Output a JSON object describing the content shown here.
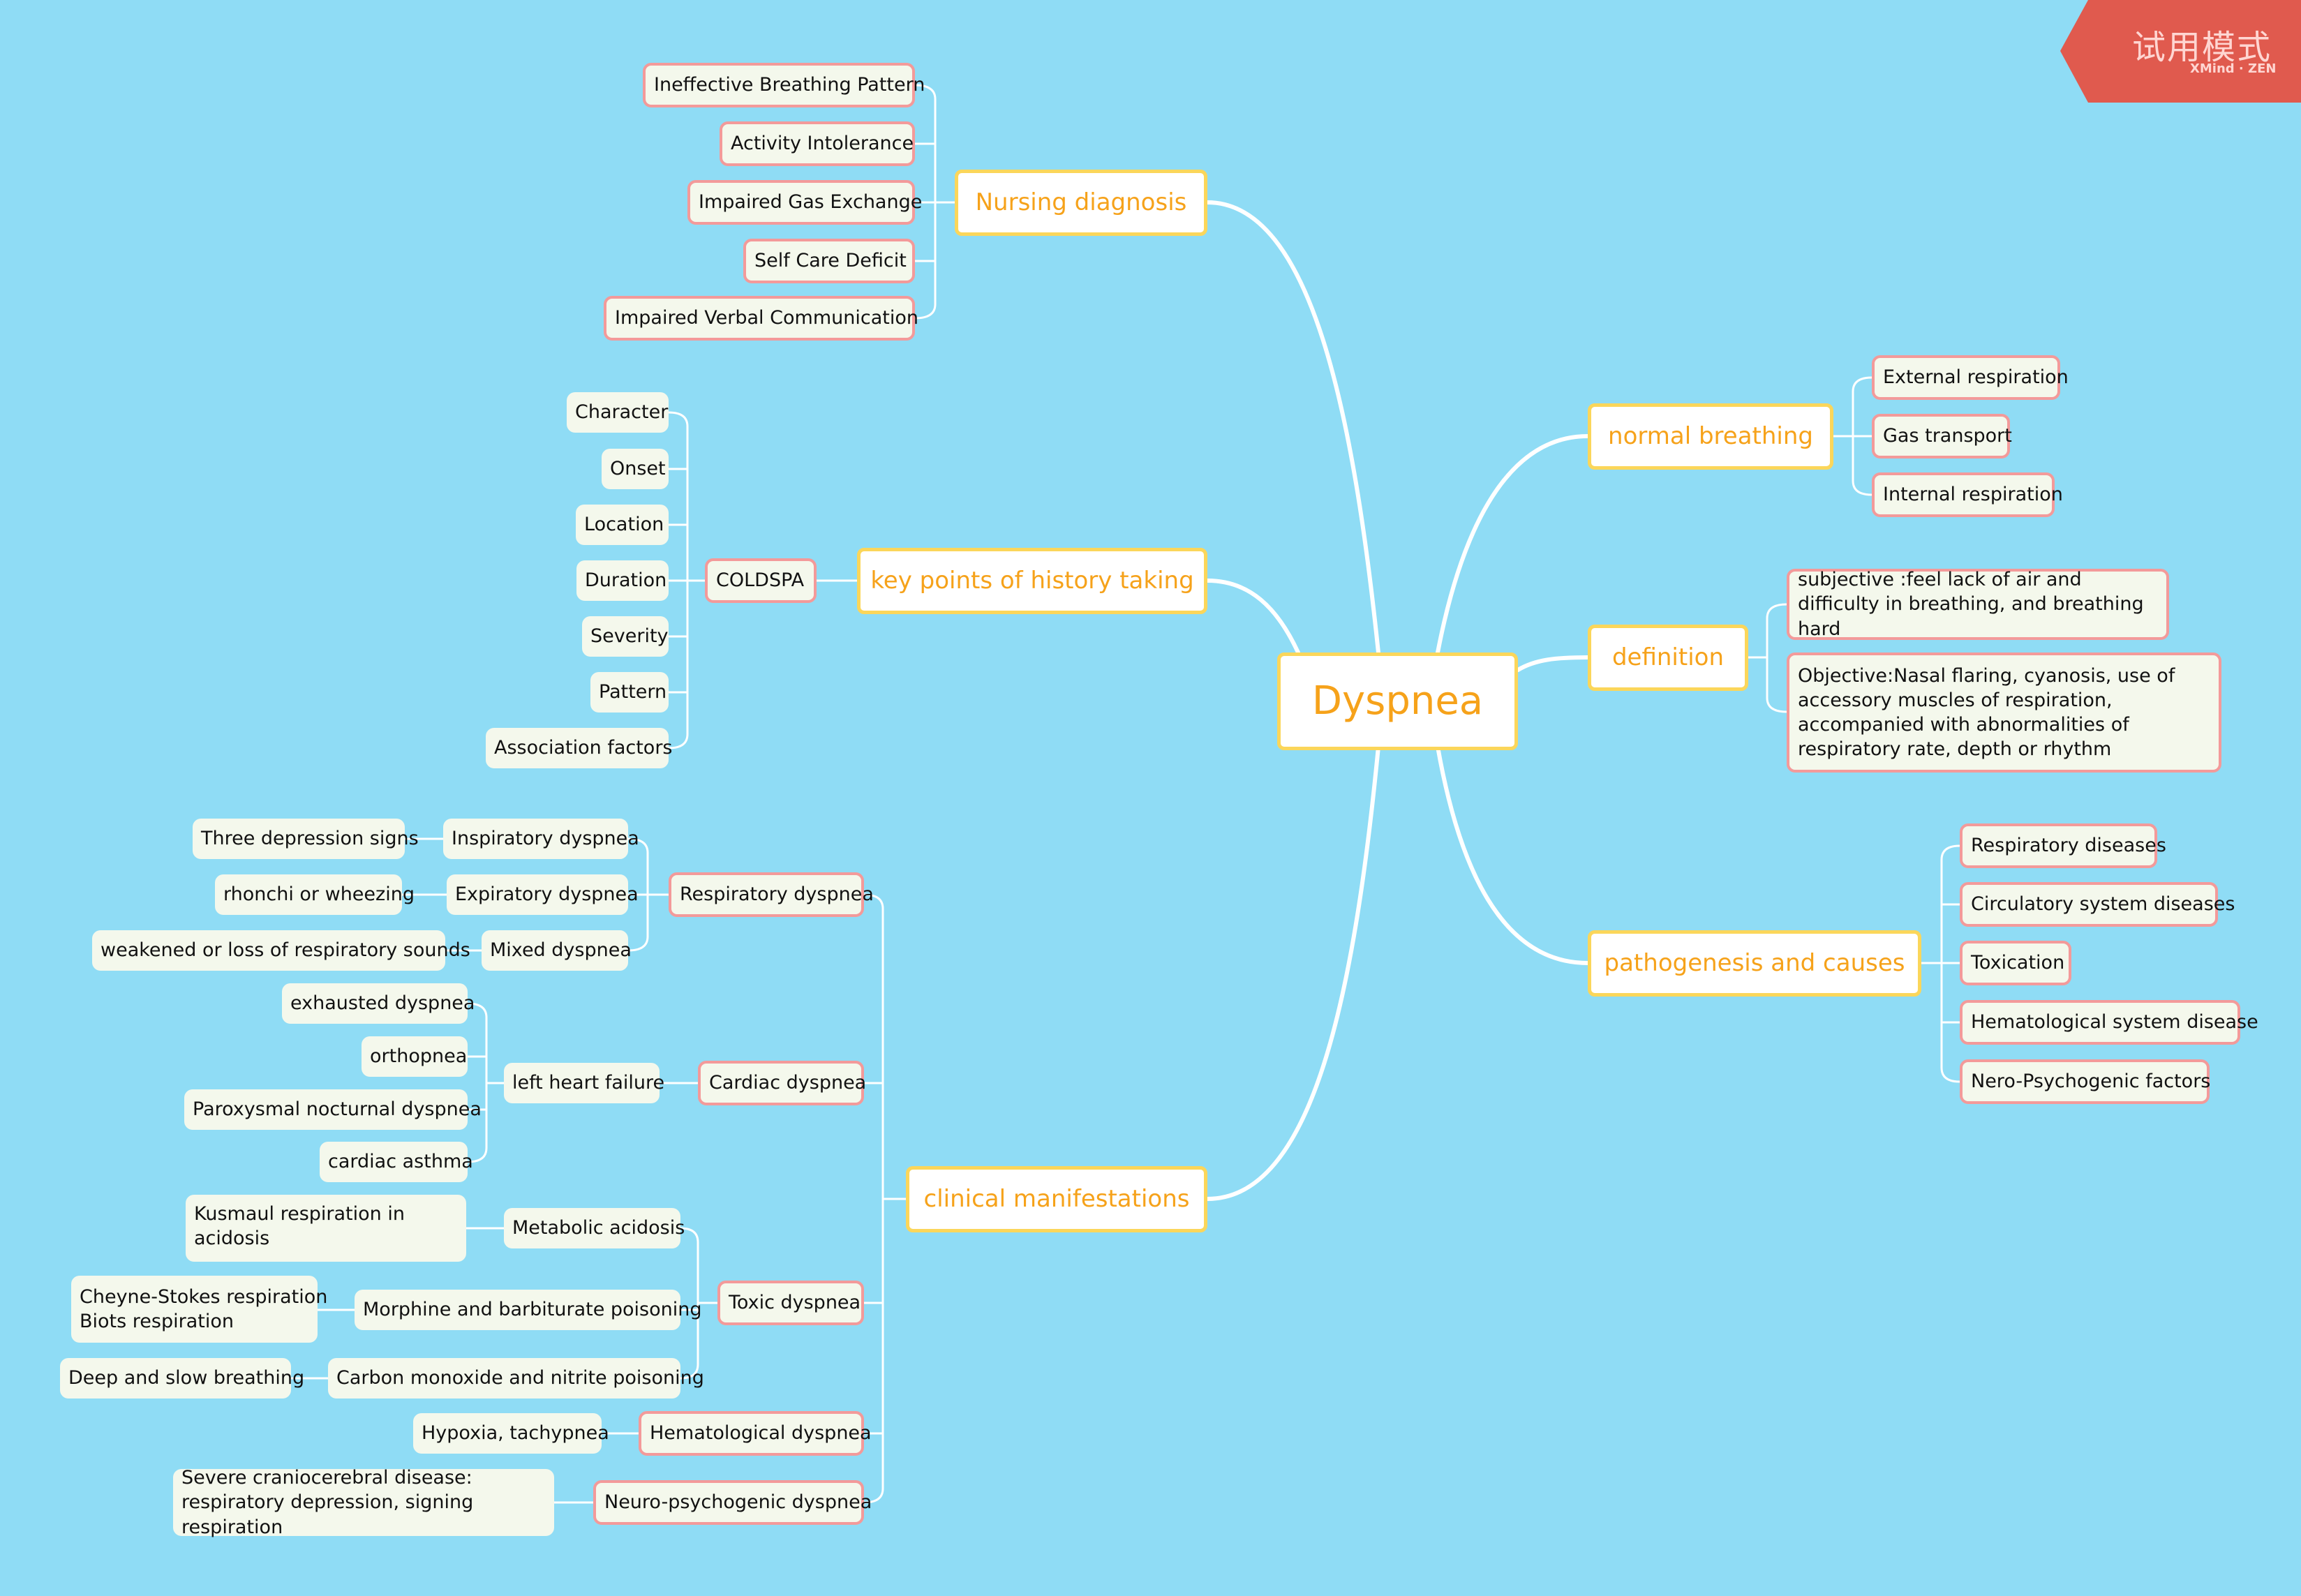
{
  "watermark": {
    "title": "试用模式",
    "subtitle": "XMind · ZEN",
    "color": "#e05a4e"
  },
  "colors": {
    "background": "#8fdcf5",
    "topic_text": "#f6a21a",
    "topic_border": "#fbd65a",
    "sub_border": "#f39a9a",
    "link": "#ffffff"
  },
  "root": {
    "label": "Dyspnea"
  },
  "nursing_diagnosis": {
    "label": "Nursing diagnosis",
    "items": [
      "Ineffective Breathing Pattern",
      "Activity  Intolerance",
      "Impaired Gas Exchange",
      "Self  Care  Deficit",
      "Impaired  Verbal  Communication"
    ]
  },
  "history": {
    "label": "key points of history taking",
    "coldspa": {
      "label": "COLDSPA",
      "items": [
        "Character",
        "Onset",
        "Location",
        "Duration",
        "Severity",
        "Pattern",
        "Association factors"
      ]
    }
  },
  "clinical": {
    "label": "clinical manifestations",
    "respiratory": {
      "label": "Respiratory dyspnea",
      "types": [
        {
          "label": "Inspiratory dyspnea",
          "detail": "Three depression signs"
        },
        {
          "label": "Expiratory dyspnea",
          "detail": "rhonchi or wheezing"
        },
        {
          "label": "Mixed dyspnea",
          "detail": "weakened or loss of respiratory sounds"
        }
      ]
    },
    "cardiac": {
      "label": "Cardiac dyspnea",
      "lhf": {
        "label": "left heart failure",
        "items": [
          "exhausted dyspnea",
          "orthopnea",
          "Paroxysmal nocturnal dyspnea",
          "cardiac asthma"
        ]
      }
    },
    "toxic": {
      "label": "Toxic dyspnea",
      "types": [
        {
          "label": "Metabolic acidosis",
          "detail": "Kusmaul respiration in acidosis"
        },
        {
          "label": "Morphine and barbiturate poisoning",
          "detail_lines": [
            "Cheyne-Stokes respiration",
            "Biots respiration"
          ]
        },
        {
          "label": "Carbon monoxide and nitrite poisoning",
          "detail": "Deep and slow breathing"
        }
      ]
    },
    "hematological": {
      "label": "Hematological dyspnea",
      "detail": "Hypoxia, tachypnea"
    },
    "neuro": {
      "label": "Neuro-psychogenic dyspnea",
      "detail": "Severe craniocerebral disease: respiratory depression, signing respiration"
    }
  },
  "normal_breathing": {
    "label": "normal breathing",
    "items": [
      "External respiration",
      "Gas transport",
      "Internal respiration"
    ]
  },
  "definition": {
    "label": "definition",
    "subjective": "subjective :feel lack of air and difficulty in breathing, and  breathing hard",
    "objective": "Objective:Nasal flaring, cyanosis, use of accessory muscles of respiration, accompanied with abnormalities of respiratory rate, depth or rhythm"
  },
  "pathogenesis": {
    "label": "pathogenesis and causes",
    "items": [
      "Respiratory diseases",
      "Circulatory system diseases",
      "Toxication",
      "Hematological system disease",
      "Nero-Psychogenic factors"
    ]
  }
}
